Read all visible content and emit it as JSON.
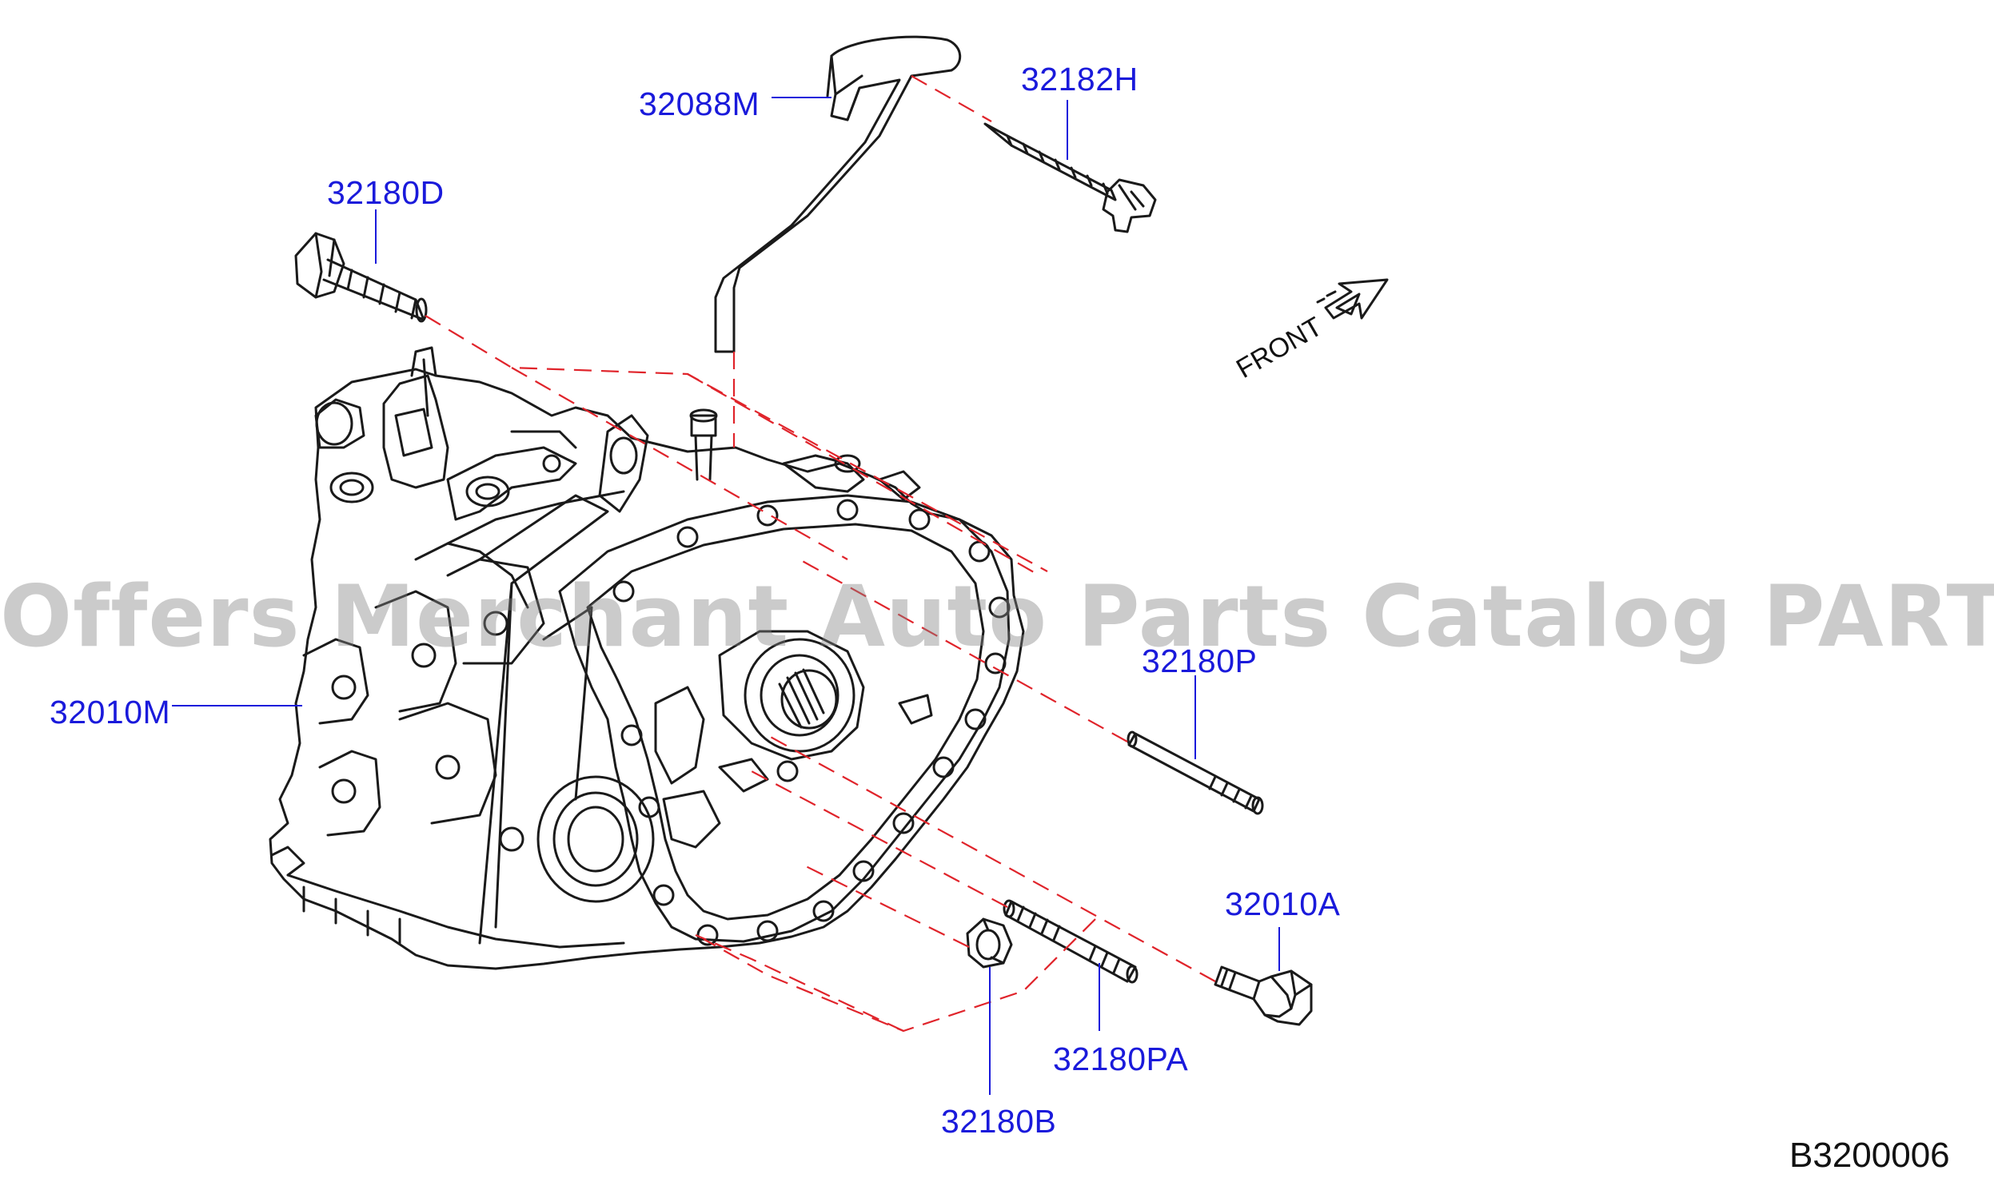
{
  "diagram": {
    "id": "B3200006",
    "front_label": "FRONT",
    "watermark": "Offers Merchant Auto Parts Catalog PARTSTORE.SA",
    "colors": {
      "callout": "#1a1adb",
      "leader": "#1a1adb",
      "dashed_line": "#e0242b",
      "outline": "#1a1a1a"
    }
  },
  "callouts": [
    {
      "part": "32088M"
    },
    {
      "part": "32182H"
    },
    {
      "part": "32180D"
    },
    {
      "part": "32010M"
    },
    {
      "part": "32180P"
    },
    {
      "part": "32010A"
    },
    {
      "part": "32180PA"
    },
    {
      "part": "32180B"
    }
  ]
}
